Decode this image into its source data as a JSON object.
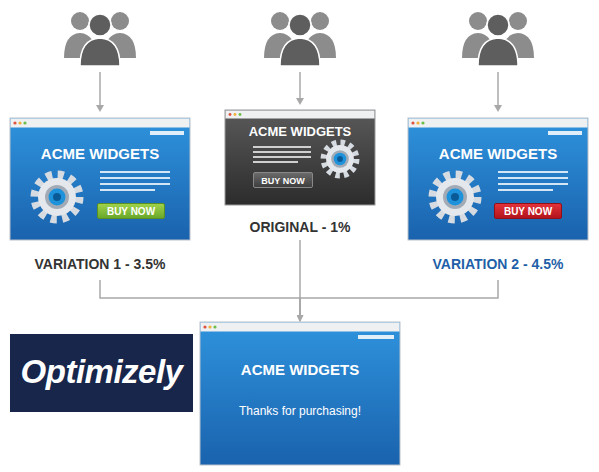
{
  "diagram": {
    "nodes": [
      {
        "text": [
          "ACME WIDGETS",
          "VARIATION 1 - 3.5%"
        ]
      },
      {
        "text": [
          "BUY NOW"
        ],
        "in": 0
      },
      {
        "text": [
          "ACME WIDGETS",
          "ORIGINAL - 1%"
        ]
      },
      {
        "text": [
          "BUY NOW"
        ],
        "in": 2
      },
      {
        "text": [
          "ACME WIDGETS",
          "VARIATION 2 - 4.5%"
        ]
      },
      {
        "text": [
          "BUY NOW"
        ],
        "in": 4
      },
      {
        "text": [
          "ACME WIDGETS",
          "Thanks for purchasing!"
        ]
      },
      {
        "text": [
          "Optimizely"
        ]
      }
    ],
    "edges": [
      {
        "from": 0,
        "to": 6,
        "arrow": "to"
      },
      {
        "from": 2,
        "to": 6,
        "arrow": "to"
      },
      {
        "from": 4,
        "to": 6,
        "arrow": "to"
      }
    ]
  }
}
